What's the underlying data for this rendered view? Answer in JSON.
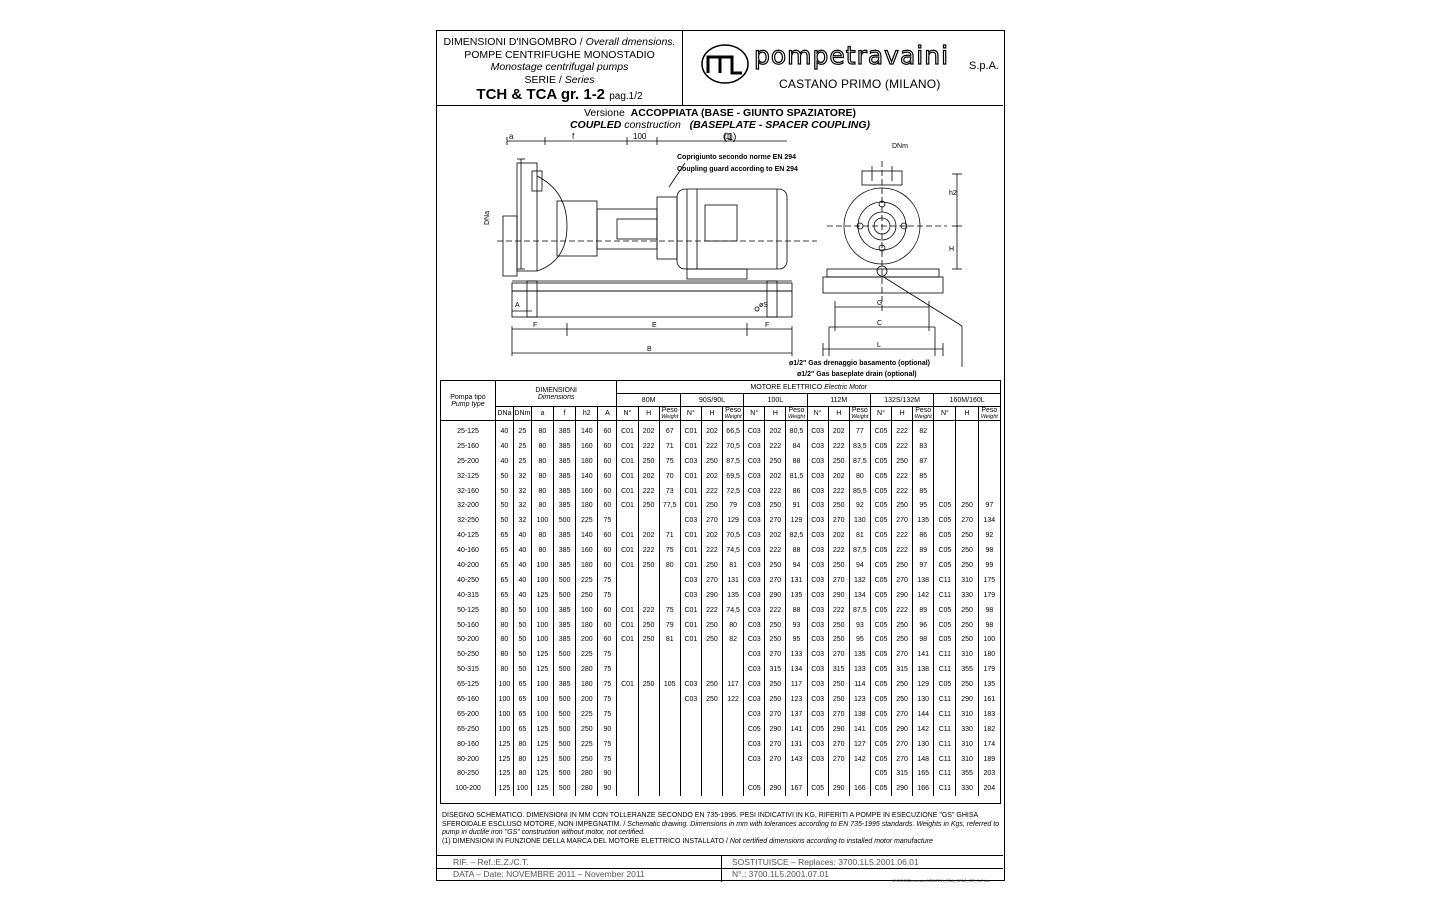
{
  "header": {
    "line1_it": "DIMENSIONI D'INGOMBRO /",
    "line1_en": "Overall dmensions.",
    "line2": "POMPE CENTRIFUGHE MONOSTADIO",
    "line3": "Monostage centrifugal pumps",
    "line4_it": "SERIE /",
    "line4_en": "Series",
    "model": "TCH & TCA gr. 1-2",
    "page": "pag.1/2",
    "brand": "pompetravaini",
    "spa": "S.p.A.",
    "city": "CASTANO PRIMO     (MILANO)"
  },
  "subtitle": {
    "it_prefix": "Versione",
    "it_main": "ACCOPPIATA (BASE - GIUNTO SPAZIATORE)",
    "en_prefix": "COUPLED",
    "en_mid": "construction",
    "en_main": "(BASEPLATE - SPACER COUPLING)",
    "ref": "(1)"
  },
  "drawing": {
    "guard_it": "Coprigiunto secondo norme EN 294",
    "guard_en": "Coupling guard according to EN 294",
    "drain_it": "ø1/2\" Gas drenaggio basamento (optional)",
    "drain_en": "ø1/2\" Gas baseplate drain (optional)",
    "dims": {
      "a": "a",
      "f": "f",
      "hundred": "100",
      "dna": "DNa",
      "dnm": "DNm",
      "h2": "h2",
      "H": "H",
      "A": "A",
      "S": "øS",
      "F": "F",
      "E": "E",
      "B": "B",
      "G": "G",
      "C": "C",
      "L": "L"
    }
  },
  "table": {
    "col_pump_it": "Pompa tipo",
    "col_pump_en": "Pump type",
    "dim_it": "DIMENSIONI",
    "dim_en": "Dimensions",
    "motor_it": "MOTORE ELETTRICO",
    "motor_en": "Electric Motor",
    "dim_cols": [
      "DNa",
      "DNm",
      "a",
      "f",
      "h2",
      "A"
    ],
    "motor_groups": [
      "80M",
      "90S/90L",
      "100L",
      "112M",
      "132S/132M",
      "160M/160L"
    ],
    "sub_cols": [
      "N°",
      "H",
      "Peso"
    ],
    "weight_en": "Weight",
    "rows": [
      [
        "25-125",
        "40",
        "25",
        "80",
        "385",
        "140",
        "60",
        "C01",
        "202",
        "67",
        "C01",
        "202",
        "66,5",
        "C03",
        "202",
        "80,5",
        "C03",
        "202",
        "77",
        "C05",
        "222",
        "82",
        "",
        "",
        ""
      ],
      [
        "25-160",
        "40",
        "25",
        "80",
        "385",
        "160",
        "60",
        "C01",
        "222",
        "71",
        "C01",
        "222",
        "70,5",
        "C03",
        "222",
        "84",
        "C03",
        "222",
        "83,5",
        "C05",
        "222",
        "83",
        "",
        "",
        ""
      ],
      [
        "25-200",
        "40",
        "25",
        "80",
        "385",
        "180",
        "60",
        "C01",
        "250",
        "75",
        "C03",
        "250",
        "87,5",
        "C03",
        "250",
        "88",
        "C03",
        "250",
        "87,5",
        "C05",
        "250",
        "87",
        "",
        "",
        ""
      ],
      [
        "32-125",
        "50",
        "32",
        "80",
        "385",
        "140",
        "60",
        "C01",
        "202",
        "70",
        "C01",
        "202",
        "69,5",
        "C03",
        "202",
        "81,5",
        "C03",
        "202",
        "80",
        "C05",
        "222",
        "85",
        "",
        "",
        ""
      ],
      [
        "32-160",
        "50",
        "32",
        "80",
        "385",
        "160",
        "60",
        "C01",
        "222",
        "73",
        "C01",
        "222",
        "72,5",
        "C03",
        "222",
        "86",
        "C03",
        "222",
        "85,5",
        "C05",
        "222",
        "85",
        "",
        "",
        ""
      ],
      [
        "32-200",
        "50",
        "32",
        "80",
        "385",
        "180",
        "60",
        "C01",
        "250",
        "77,5",
        "C01",
        "250",
        "79",
        "C03",
        "250",
        "91",
        "C03",
        "250",
        "92",
        "C05",
        "250",
        "95",
        "C05",
        "250",
        "97"
      ],
      [
        "32-250",
        "50",
        "32",
        "100",
        "500",
        "225",
        "75",
        "",
        "",
        "",
        "C03",
        "270",
        "129",
        "C03",
        "270",
        "129",
        "C03",
        "270",
        "130",
        "C05",
        "270",
        "135",
        "C05",
        "270",
        "134"
      ],
      [
        "40-125",
        "65",
        "40",
        "80",
        "385",
        "140",
        "60",
        "C01",
        "202",
        "71",
        "C01",
        "202",
        "70,5",
        "C03",
        "202",
        "82,5",
        "C03",
        "202",
        "81",
        "C05",
        "222",
        "86",
        "C05",
        "250",
        "92"
      ],
      [
        "40-160",
        "65",
        "40",
        "80",
        "385",
        "160",
        "60",
        "C01",
        "222",
        "75",
        "C01",
        "222",
        "74,5",
        "C03",
        "222",
        "88",
        "C03",
        "222",
        "87,5",
        "C05",
        "222",
        "89",
        "C05",
        "250",
        "98"
      ],
      [
        "40-200",
        "65",
        "40",
        "100",
        "385",
        "180",
        "60",
        "C01",
        "250",
        "80",
        "C01",
        "250",
        "81",
        "C03",
        "250",
        "94",
        "C03",
        "250",
        "94",
        "C05",
        "250",
        "97",
        "C05",
        "250",
        "99"
      ],
      [
        "40-250",
        "65",
        "40",
        "100",
        "500",
        "225",
        "75",
        "",
        "",
        "",
        "C03",
        "270",
        "131",
        "C03",
        "270",
        "131",
        "C03",
        "270",
        "132",
        "C05",
        "270",
        "138",
        "C11",
        "310",
        "175"
      ],
      [
        "40-315",
        "65",
        "40",
        "125",
        "500",
        "250",
        "75",
        "",
        "",
        "",
        "C03",
        "290",
        "135",
        "C03",
        "290",
        "135",
        "C03",
        "290",
        "134",
        "C05",
        "290",
        "142",
        "C11",
        "330",
        "179"
      ],
      [
        "50-125",
        "80",
        "50",
        "100",
        "385",
        "160",
        "60",
        "C01",
        "222",
        "75",
        "C01",
        "222",
        "74,5",
        "C03",
        "222",
        "88",
        "C03",
        "222",
        "87,5",
        "C05",
        "222",
        "89",
        "C05",
        "250",
        "98"
      ],
      [
        "50-160",
        "80",
        "50",
        "100",
        "385",
        "180",
        "60",
        "C01",
        "250",
        "79",
        "C01",
        "250",
        "80",
        "C03",
        "250",
        "93",
        "C03",
        "250",
        "93",
        "C05",
        "250",
        "96",
        "C05",
        "250",
        "98"
      ],
      [
        "50-200",
        "80",
        "50",
        "100",
        "385",
        "200",
        "60",
        "C01",
        "250",
        "81",
        "C01",
        "250",
        "82",
        "C03",
        "250",
        "95",
        "C03",
        "250",
        "95",
        "C05",
        "250",
        "98",
        "C05",
        "250",
        "100"
      ],
      [
        "50-250",
        "80",
        "50",
        "125",
        "500",
        "225",
        "75",
        "",
        "",
        "",
        "",
        "",
        "",
        "C03",
        "270",
        "133",
        "C03",
        "270",
        "135",
        "C05",
        "270",
        "141",
        "C11",
        "310",
        "180"
      ],
      [
        "50-315",
        "80",
        "50",
        "125",
        "500",
        "280",
        "75",
        "",
        "",
        "",
        "",
        "",
        "",
        "C03",
        "315",
        "134",
        "C03",
        "315",
        "133",
        "C05",
        "315",
        "138",
        "C11",
        "355",
        "179"
      ],
      [
        "65-125",
        "100",
        "65",
        "100",
        "385",
        "180",
        "75",
        "C01",
        "250",
        "105",
        "C03",
        "250",
        "117",
        "C03",
        "250",
        "117",
        "C03",
        "250",
        "114",
        "C05",
        "250",
        "129",
        "C05",
        "250",
        "135"
      ],
      [
        "65-160",
        "100",
        "65",
        "100",
        "500",
        "200",
        "75",
        "",
        "",
        "",
        "C03",
        "250",
        "122",
        "C03",
        "250",
        "123",
        "C03",
        "250",
        "123",
        "C05",
        "250",
        "130",
        "C11",
        "290",
        "161"
      ],
      [
        "65-200",
        "100",
        "65",
        "100",
        "500",
        "225",
        "75",
        "",
        "",
        "",
        "",
        "",
        "",
        "C03",
        "270",
        "137",
        "C03",
        "270",
        "138",
        "C05",
        "270",
        "144",
        "C11",
        "310",
        "183"
      ],
      [
        "65-250",
        "100",
        "65",
        "125",
        "500",
        "250",
        "90",
        "",
        "",
        "",
        "",
        "",
        "",
        "C05",
        "290",
        "141",
        "C05",
        "290",
        "141",
        "C05",
        "290",
        "142",
        "C11",
        "330",
        "182"
      ],
      [
        "80-160",
        "125",
        "80",
        "125",
        "500",
        "225",
        "75",
        "",
        "",
        "",
        "",
        "",
        "",
        "C03",
        "270",
        "131",
        "C03",
        "270",
        "127",
        "C05",
        "270",
        "130",
        "C11",
        "310",
        "174"
      ],
      [
        "80-200",
        "125",
        "80",
        "125",
        "500",
        "250",
        "75",
        "",
        "",
        "",
        "",
        "",
        "",
        "C03",
        "270",
        "143",
        "C03",
        "270",
        "142",
        "C05",
        "270",
        "148",
        "C11",
        "310",
        "189"
      ],
      [
        "80-250",
        "125",
        "80",
        "125",
        "500",
        "280",
        "90",
        "",
        "",
        "",
        "",
        "",
        "",
        "",
        "",
        "",
        "",
        "",
        "",
        "C05",
        "315",
        "165",
        "C11",
        "355",
        "203"
      ],
      [
        "100-200",
        "125",
        "100",
        "125",
        "500",
        "280",
        "90",
        "",
        "",
        "",
        "",
        "",
        "",
        "C05",
        "290",
        "167",
        "C05",
        "290",
        "166",
        "C05",
        "290",
        "166",
        "C11",
        "330",
        "204"
      ]
    ]
  },
  "notes": {
    "n1_it": "DISEGNO SCHEMATICO. DIMENSIONI IN MM CON TOLLERANZE SECONDO EN 735-1995. PESI INDICATIVI IN KG, RIFERITI A POMPE IN ESECUZIONE \"GS\" GHISA SFEROIDALE ESCLUSO MOTORE, NON IMPEGNATIM. /",
    "n1_en": "Schematic drawing. Dimensions in mm with tolerances according  to EN 735-1995 standards. Weights in Kgs, referred to pump in ductile iron \"GS\" construction without motor, not certified.",
    "n2_it": "(1) DIMENSIONI IN FUNZIONE DELLA MARCA DEL MOTORE ELETTRICO INSTALLATO /",
    "n2_en": "Not certified dimensions according to installed motor manufacture"
  },
  "footer": {
    "rif": "RIF.  –  Ref.:E.Z./C.T.",
    "sost": "SOSTITUISCE  –  Replaces:          3700.1L5.2001.06.01",
    "data": "DATA  –  Date:  NOVEMBRE 2011  –  November 2011",
    "num": "N°.:               3700.1L5.2001.07.01",
    "path": "Z:\\DOC\\Dimensioni\\ITA\\TCH_TCA_SPAZ_GR_1-2.doc"
  }
}
